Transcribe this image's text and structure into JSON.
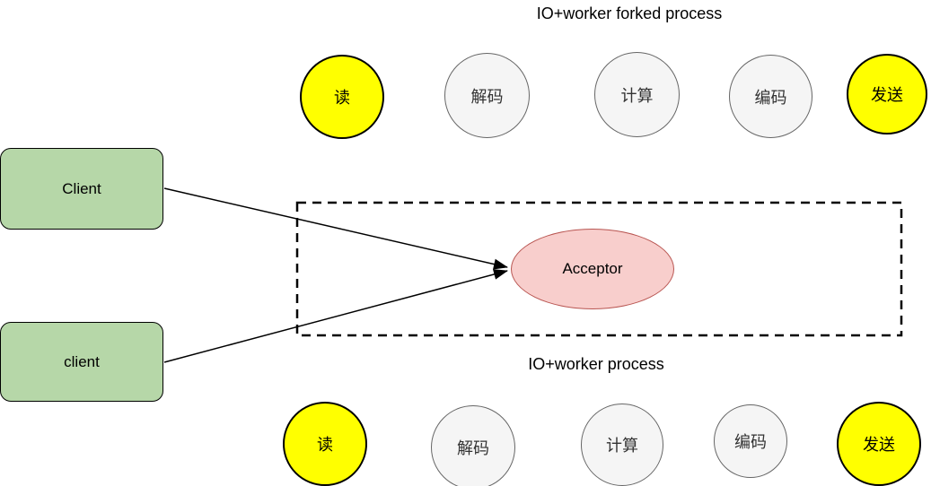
{
  "titles": {
    "forked_process": "IO+worker forked process",
    "main_process": "IO+worker process"
  },
  "clients": [
    {
      "label": "Client"
    },
    {
      "label": "client"
    }
  ],
  "acceptor": {
    "label": "Acceptor"
  },
  "stages": {
    "top": [
      {
        "label": "读",
        "highlighted": true
      },
      {
        "label": "解码",
        "highlighted": false
      },
      {
        "label": "计算",
        "highlighted": false
      },
      {
        "label": "编码",
        "highlighted": false
      },
      {
        "label": "发送",
        "highlighted": true
      }
    ],
    "bottom": [
      {
        "label": "读",
        "highlighted": true
      },
      {
        "label": "解码",
        "highlighted": false
      },
      {
        "label": "计算",
        "highlighted": false
      },
      {
        "label": "编码",
        "highlighted": false
      },
      {
        "label": "发送",
        "highlighted": true
      }
    ]
  },
  "colors": {
    "stage_highlight_fill": "#ffff00",
    "stage_highlight_border": "#000000",
    "stage_normal_fill": "#f5f5f5",
    "stage_normal_border": "#666666",
    "stage_normal_text": "#333333",
    "client_fill": "#b6d7a8",
    "client_border": "#000000",
    "acceptor_fill": "#f8cecc",
    "acceptor_border": "#b85450",
    "connector_color": "#000000",
    "boundary_color": "#000000"
  }
}
